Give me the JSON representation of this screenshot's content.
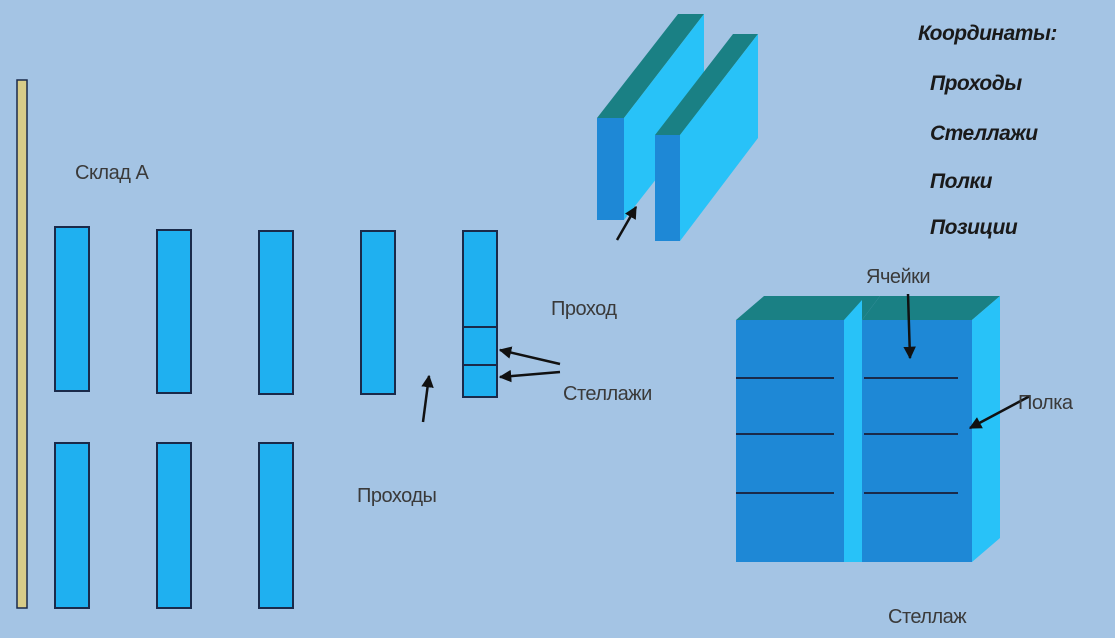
{
  "labels": {
    "warehouse": "Склад А",
    "aisle": "Проход",
    "racks": "Стеллажи",
    "aisles": "Проходы",
    "cells": "Ячейки",
    "shelf": "Полка",
    "rack": "Стеллаж"
  },
  "coordinates": {
    "heading": "Координаты:",
    "items": [
      "Проходы",
      "Стеллажи",
      "Полки",
      "Позиции"
    ]
  },
  "colors": {
    "background": "#a4c4e4",
    "rack_fill": "#1fb0f0",
    "rack_front_dark": "#1e88d6",
    "rack_side": "#28c2f8",
    "rack_top": "#1a8084",
    "wall": "#d8cc88",
    "outline": "#1a2a4a",
    "arrow": "#111111"
  }
}
